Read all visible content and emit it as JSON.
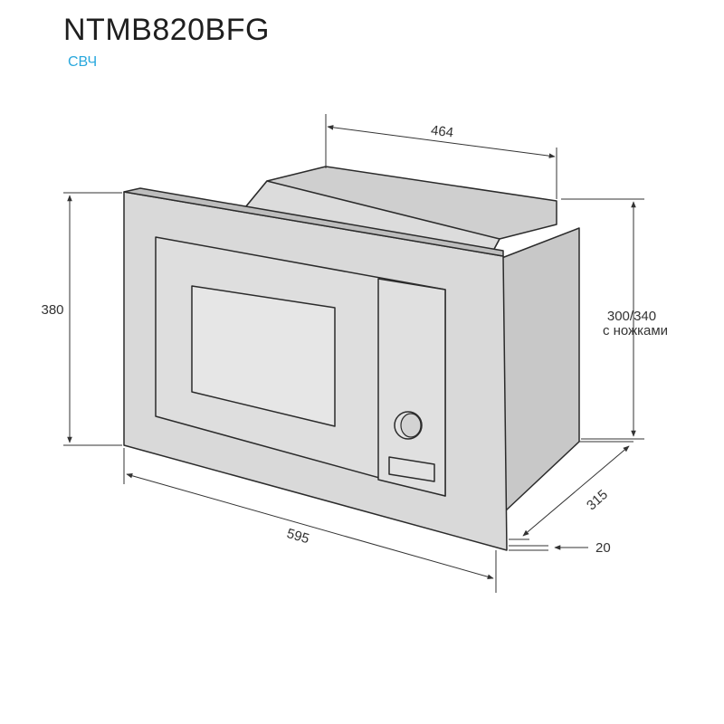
{
  "header": {
    "model": "NTMB820BFG",
    "category": "СВЧ"
  },
  "dimensions": {
    "width": "595",
    "height": "380",
    "niche_depth": "464",
    "body_height": "300/340",
    "body_height_note": "с ножками",
    "depth": "315",
    "offset": "20"
  },
  "colors": {
    "title": "#1f1f1f",
    "category": "#29a8dd",
    "outline": "#2b2b2b",
    "body_fill": "#d9d9d9"
  }
}
